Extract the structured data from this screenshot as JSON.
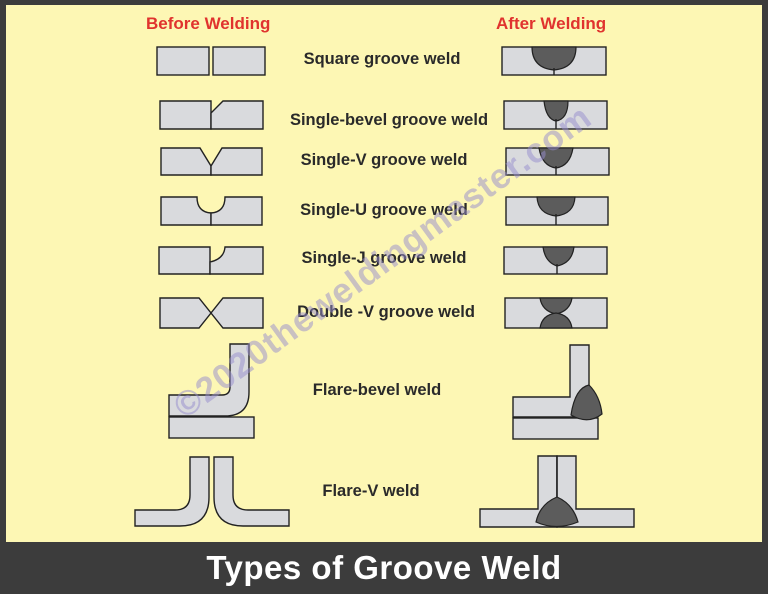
{
  "headers": {
    "before": "Before Welding",
    "after": "After Welding"
  },
  "welds": [
    {
      "label": "Square groove weld"
    },
    {
      "label": "Single-bevel groove weld"
    },
    {
      "label": "Single-V groove weld"
    },
    {
      "label": "Single-U groove weld"
    },
    {
      "label": "Single-J groove weld"
    },
    {
      "label": "Double -V groove weld"
    },
    {
      "label": "Flare-bevel weld"
    },
    {
      "label": "Flare-V weld"
    }
  ],
  "watermark": "©2020theweldingmaster.com",
  "footer": {
    "title": "Types of Groove Weld"
  },
  "colors": {
    "header": "#e0332e",
    "panel": "#fdf7b4",
    "plate": "#d9dadd",
    "weld": "#5c5c5c",
    "footer": "#3c3c3c"
  }
}
